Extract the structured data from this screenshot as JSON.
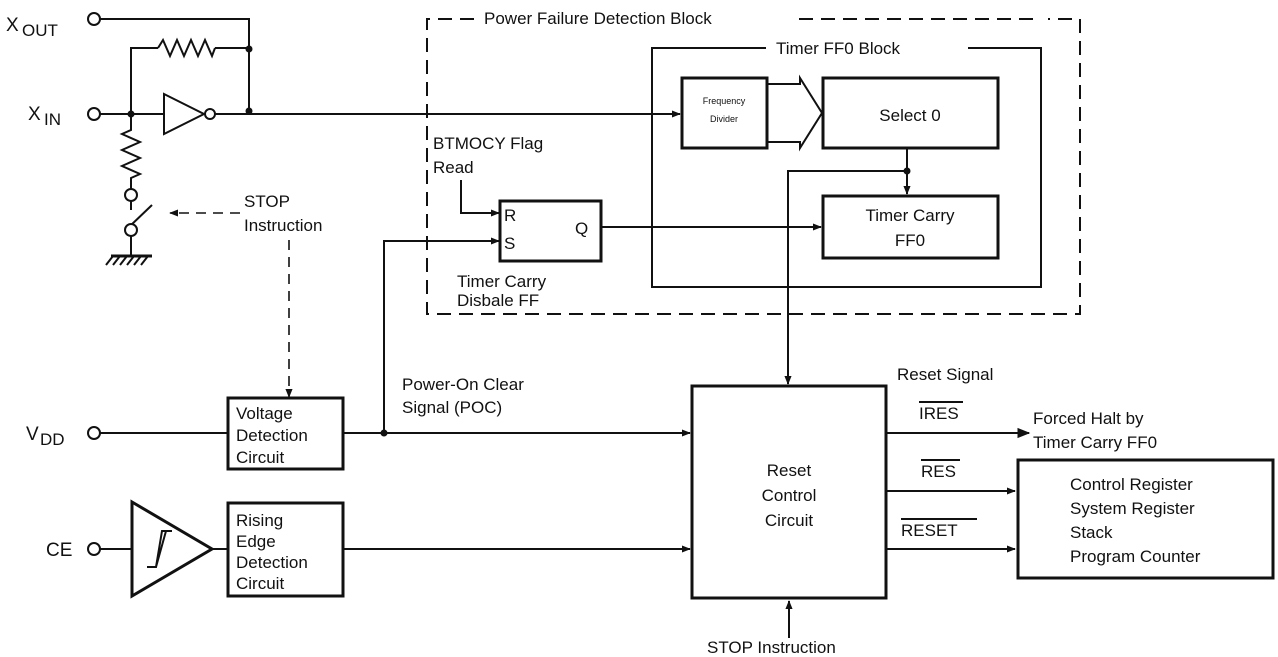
{
  "pins": {
    "xout_main": "X",
    "xout_sub": "OUT",
    "xin_main": "X",
    "xin_sub": "IN",
    "vdd_main": "V",
    "vdd_sub": "DD",
    "ce": "CE"
  },
  "blocks": {
    "power_failure_title": "Power Failure Detection Block",
    "timer_ff0_block_title": "Timer FF0 Block",
    "frequency_divider": [
      "Frequency",
      "Divider"
    ],
    "select0": "Select 0",
    "timer_carry_ff0": [
      "Timer Carry",
      "FF0"
    ],
    "rs_flipflop": {
      "r": "R",
      "s": "S",
      "q": "Q"
    },
    "voltage_detection": [
      "Voltage",
      "Detection",
      "Circuit"
    ],
    "rising_edge_detection": [
      "Rising",
      "Edge",
      "Detection",
      "Circuit"
    ],
    "reset_control": [
      "Reset",
      "Control",
      "Circuit"
    ],
    "registers": [
      "Control Register",
      "System Register",
      "Stack",
      "Program Counter"
    ]
  },
  "labels": {
    "btmocy_flag_read": [
      "BTMOCY Flag",
      "Read"
    ],
    "timer_carry_disable_ff": [
      "Timer Carry",
      "Disbale FF"
    ],
    "stop_instruction_top": [
      "STOP",
      "Instruction"
    ],
    "power_on_clear": [
      "Power-On Clear",
      "Signal (POC)"
    ],
    "reset_signal": "Reset Signal",
    "ires": "IRES",
    "res": "RES",
    "reset": "RESET",
    "forced_halt": [
      "Forced Halt by",
      "Timer Carry FF0"
    ],
    "stop_instruction_bottom": "STOP Instruction"
  }
}
